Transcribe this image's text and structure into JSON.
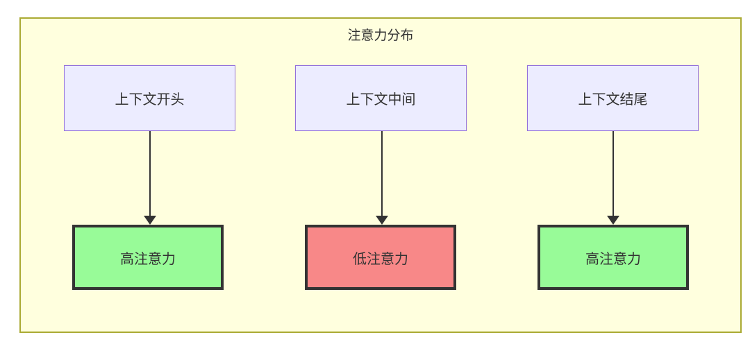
{
  "diagram": {
    "title": "注意力分布",
    "top_nodes": [
      {
        "id": "ctx-start",
        "label": "上下文开头"
      },
      {
        "id": "ctx-middle",
        "label": "上下文中间"
      },
      {
        "id": "ctx-end",
        "label": "上下文结尾"
      }
    ],
    "bottom_nodes": [
      {
        "id": "att-high-1",
        "label": "高注意力",
        "level": "high"
      },
      {
        "id": "att-low",
        "label": "低注意力",
        "level": "low"
      },
      {
        "id": "att-high-2",
        "label": "高注意力",
        "level": "high"
      }
    ],
    "edges": [
      {
        "from": "ctx-start",
        "to": "att-high-1"
      },
      {
        "from": "ctx-middle",
        "to": "att-low"
      },
      {
        "from": "ctx-end",
        "to": "att-high-2"
      }
    ],
    "colors": {
      "container_fill": "#ffffde",
      "container_border": "#aaaa33",
      "top_fill": "#ececff",
      "top_border": "#9370db",
      "high_fill": "#98fb98",
      "low_fill": "#f88888",
      "result_border": "#333333",
      "arrow": "#333333",
      "text": "#333333"
    }
  }
}
